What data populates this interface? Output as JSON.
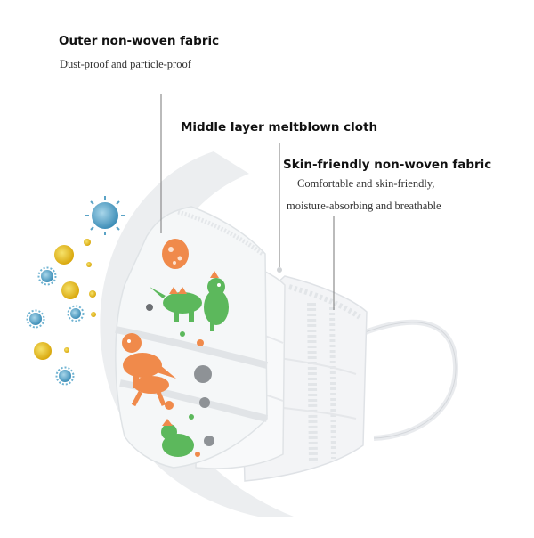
{
  "labels": {
    "outer": {
      "title": "Outer non-woven fabric",
      "description": "Dust-proof and particle-proof"
    },
    "middle": {
      "title": "Middle layer meltblown cloth"
    },
    "inner": {
      "title": "Skin-friendly non-woven fabric",
      "description_line1": "Comfortable and skin-friendly,",
      "description_line2": "moisture-absorbing and breathable"
    }
  },
  "colors": {
    "background": "#ffffff",
    "arc_shadow": "#e9eaec",
    "layer_white": "#f7f8f9",
    "dino_green": "#5cb85c",
    "dino_orange": "#f08a4b",
    "virus_blue": "#6fb3d2",
    "particle_yellow": "#e8c21d"
  }
}
